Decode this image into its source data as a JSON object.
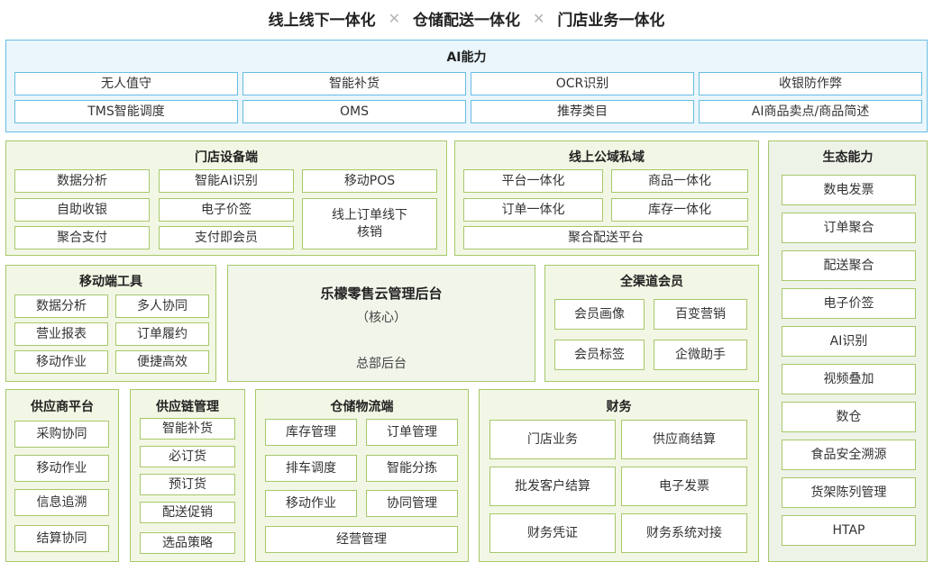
{
  "header": {
    "title_parts": [
      "线上线下一体化",
      "仓储配送一体化",
      "门店业务一体化"
    ],
    "separator_icon": "cross-separator-icon",
    "separator_glyph": "✕"
  },
  "ai": {
    "title": "AI能力",
    "items": [
      "无人值守",
      "智能补货",
      "OCR识别",
      "收银防作弊",
      "TMS智能调度",
      "OMS",
      "推荐类目",
      "AI商品卖点/商品简述"
    ]
  },
  "store_devices": {
    "title": "门店设备端",
    "items": [
      "数据分析",
      "智能AI识别",
      "移动POS",
      "自助收银",
      "电子价签",
      "线上订单线下核销",
      "聚合支付",
      "支付即会员"
    ]
  },
  "online_domain": {
    "title": "线上公域私域",
    "items": [
      "平台一体化",
      "商品一体化",
      "订单一体化",
      "库存一体化",
      "聚合配送平台"
    ]
  },
  "ecosystem": {
    "title": "生态能力",
    "items": [
      "数电发票",
      "订单聚合",
      "配送聚合",
      "电子价签",
      "AI识别",
      "视频叠加",
      "数仓",
      "食品安全溯源",
      "货架陈列管理",
      "HTAP"
    ]
  },
  "mobile": {
    "title": "移动端工具",
    "items": [
      "数据分析",
      "多人协同",
      "营业报表",
      "订单履约",
      "移动作业",
      "便捷高效"
    ]
  },
  "core": {
    "title": "乐檬零售云管理后台",
    "subtitle": "（核心）",
    "hq": "总部后台"
  },
  "member": {
    "title": "全渠道会员",
    "items": [
      "会员画像",
      "百变营销",
      "会员标签",
      "企微助手"
    ]
  },
  "supplier": {
    "title": "供应商平台",
    "items": [
      "采购协同",
      "移动作业",
      "信息追溯",
      "结算协同"
    ]
  },
  "supply_chain": {
    "title": "供应链管理",
    "items": [
      "智能补货",
      "必订货",
      "预订货",
      "配送促销",
      "选品策略"
    ]
  },
  "warehouse": {
    "title": "仓储物流端",
    "items": [
      "库存管理",
      "订单管理",
      "排车调度",
      "智能分拣",
      "移动作业",
      "协同管理",
      "经营管理"
    ]
  },
  "finance": {
    "title": "财务",
    "items": [
      "门店业务",
      "供应商结算",
      "批发客户结算",
      "电子发票",
      "财务凭证",
      "财务系统对接"
    ]
  }
}
